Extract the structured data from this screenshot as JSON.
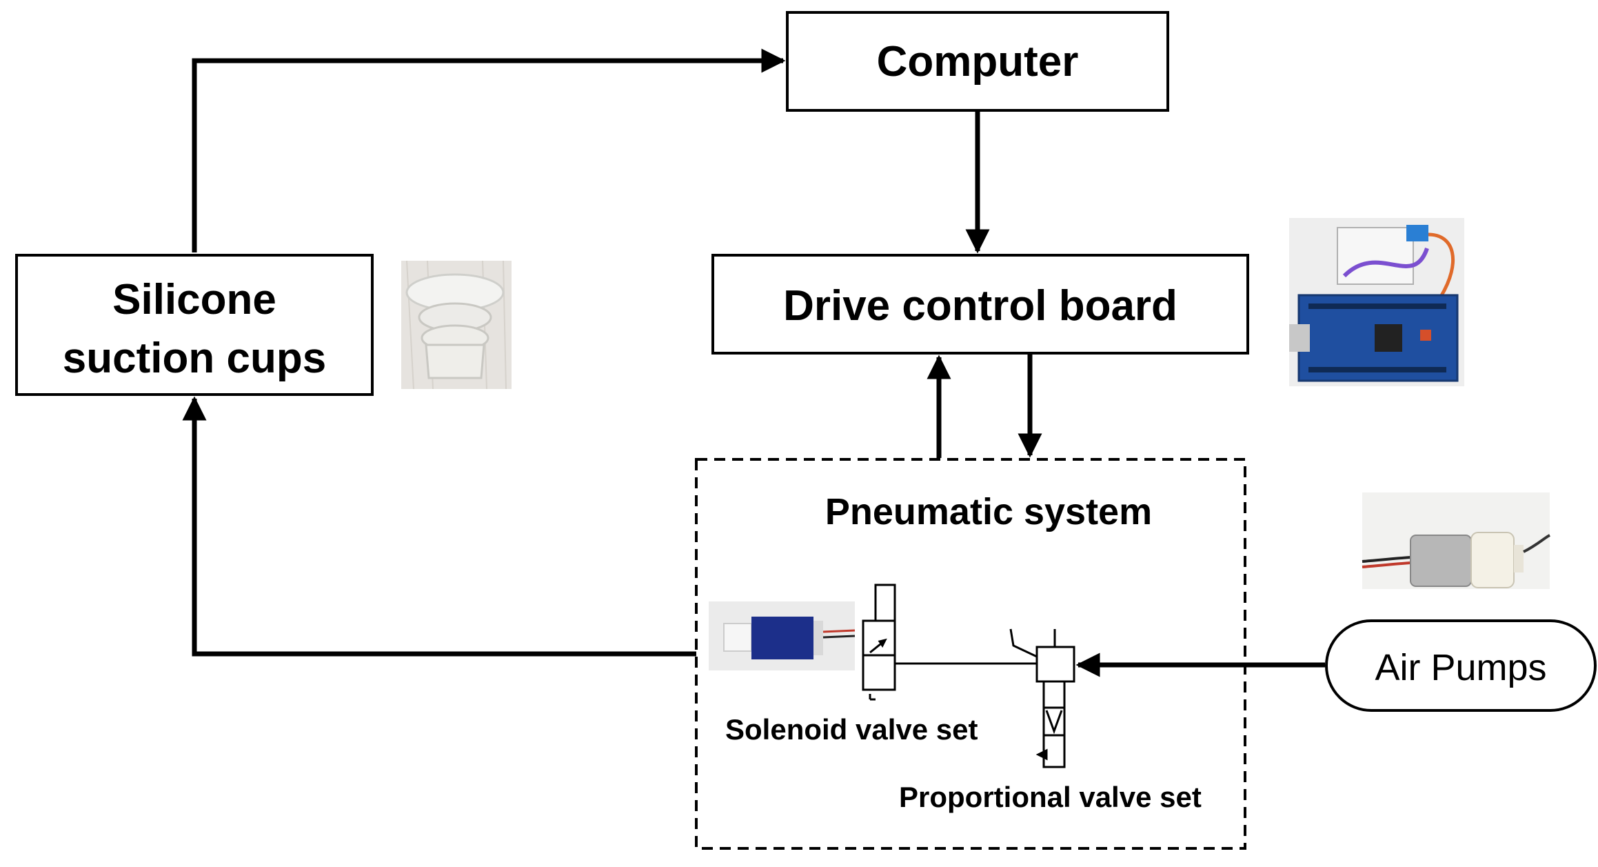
{
  "nodes": {
    "computer": "Computer",
    "drive_board": "Drive control board",
    "suction_line1": "Silicone",
    "suction_line2": "suction cups",
    "pneumatic_system": "Pneumatic system",
    "solenoid_valve": "Solenoid valve set",
    "proportional_valve": "Proportional valve set",
    "air_pumps": "Air Pumps"
  },
  "photos": {
    "suction_cup": "suction-cup-photo",
    "control_board": "arduino-board-photo",
    "air_pump": "air-pump-photo",
    "solenoid_valve": "solenoid-valve-photo"
  },
  "colors": {
    "line": "#000000",
    "board_blue": "#1f4fa0",
    "wire_purple": "#7b4fd0",
    "solenoid_blue": "#1c2f8a"
  }
}
